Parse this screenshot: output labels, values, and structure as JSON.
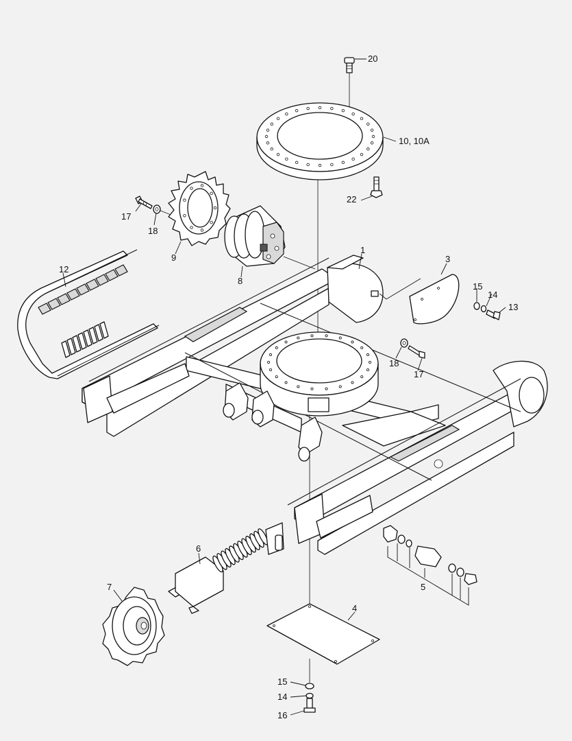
{
  "callouts": [
    {
      "id": "c20",
      "text": "20"
    },
    {
      "id": "c10",
      "text": "10, 10A"
    },
    {
      "id": "c22",
      "text": "22"
    },
    {
      "id": "c17a",
      "text": "17"
    },
    {
      "id": "c18a",
      "text": "18"
    },
    {
      "id": "c9",
      "text": "9"
    },
    {
      "id": "c8",
      "text": "8"
    },
    {
      "id": "c1",
      "text": "1"
    },
    {
      "id": "c3",
      "text": "3"
    },
    {
      "id": "c15a",
      "text": "15"
    },
    {
      "id": "c14a",
      "text": "14"
    },
    {
      "id": "c13",
      "text": "13"
    },
    {
      "id": "c12",
      "text": "12"
    },
    {
      "id": "c18b",
      "text": "18"
    },
    {
      "id": "c17b",
      "text": "17"
    },
    {
      "id": "c6",
      "text": "6"
    },
    {
      "id": "c7",
      "text": "7"
    },
    {
      "id": "c5",
      "text": "5"
    },
    {
      "id": "c4",
      "text": "4"
    },
    {
      "id": "c15b",
      "text": "15"
    },
    {
      "id": "c14b",
      "text": "14"
    },
    {
      "id": "c16",
      "text": "16"
    }
  ]
}
